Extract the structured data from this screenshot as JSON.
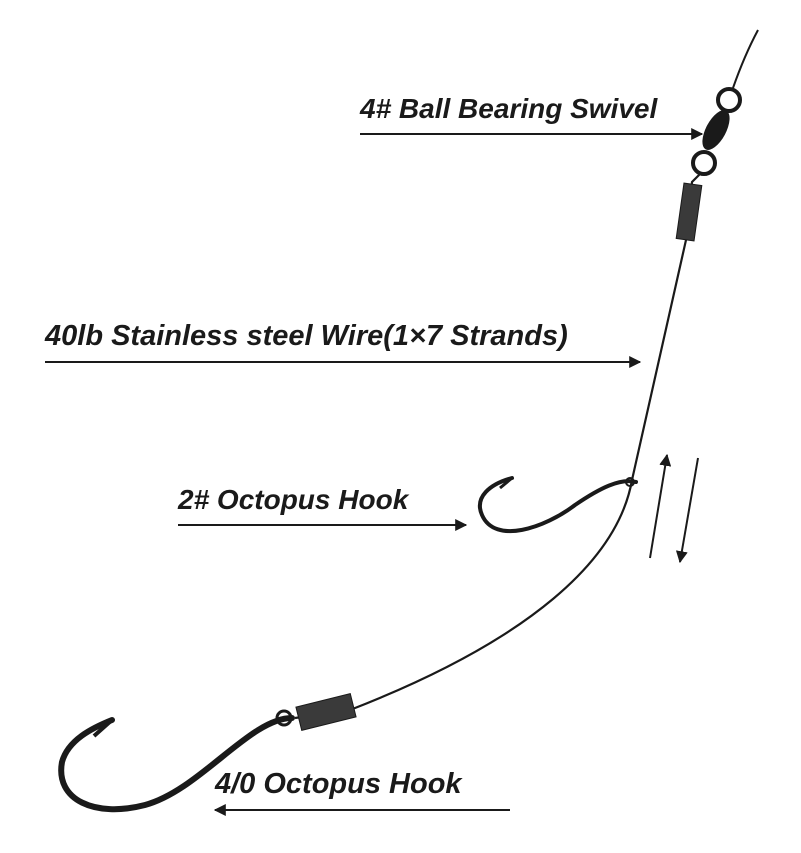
{
  "labels": {
    "swivel": "4# Ball Bearing Swivel",
    "wire": "40lb Stainless steel Wire(1×7 Strands)",
    "small_hook": "2# Octopus Hook",
    "large_hook": "4/0 Octopus Hook"
  },
  "colors": {
    "ink": "#1a1a1a",
    "sleeve": "#3a3a3a",
    "background": "#ffffff"
  },
  "icons": {
    "adjustable": "double-arrow-icon"
  }
}
